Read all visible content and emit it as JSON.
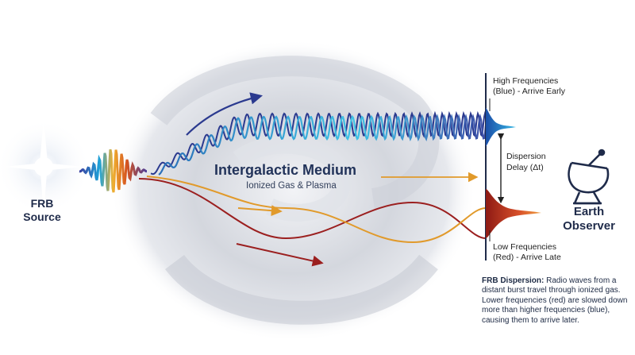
{
  "source": {
    "line1": "FRB",
    "line2": "Source"
  },
  "medium": {
    "title": "Intergalactic Medium",
    "subtitle": "Ionized Gas & Plasma"
  },
  "high_freq": {
    "line1": "High Frequencies",
    "line2": "(Blue) - Arrive Early"
  },
  "delay": {
    "line1": "Dispersion",
    "line2": "Delay (Δt)"
  },
  "low_freq": {
    "line1": "Low Frequencies",
    "line2": "(Red) - Arrive Late"
  },
  "observer": {
    "line1": "Earth",
    "line2": "Observer"
  },
  "caption": {
    "bold": "FRB Dispersion:",
    "text": " Radio waves from a distant burst travel through ionized gas. Lower frequencies (red) are slowed down more than higher frequencies (blue), causing them to arrive later."
  },
  "colors": {
    "high": "#1f9fd6",
    "high_dark": "#2b3a8f",
    "low": "#e19a2b",
    "low_dark": "#9b1f1f",
    "cloud": "#c9cdd6",
    "text": "#1f2b4a"
  },
  "icons": [
    "star-burst-icon",
    "satellite-dish-icon",
    "arrow-icon"
  ]
}
